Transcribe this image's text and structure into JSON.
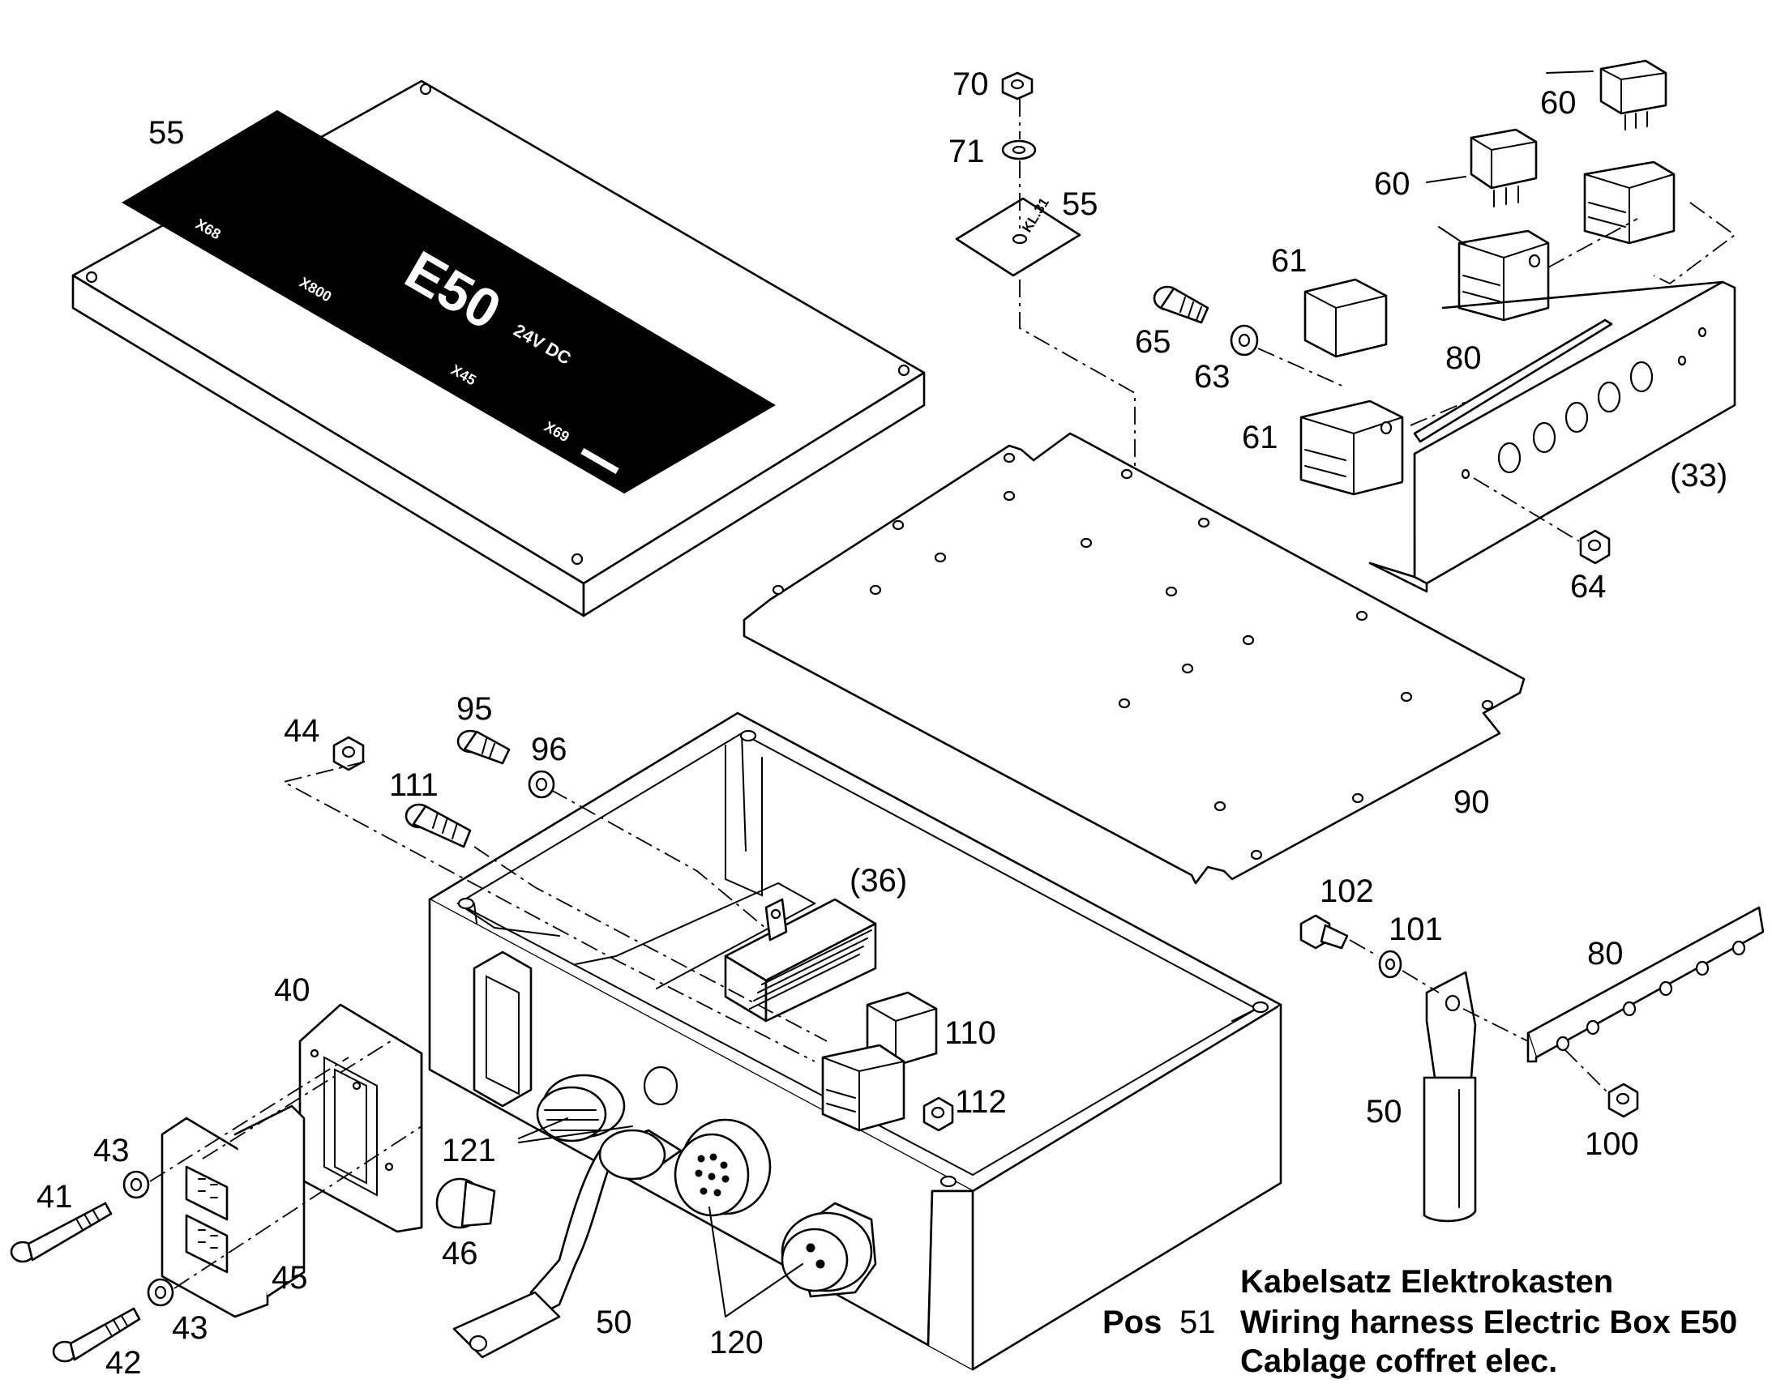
{
  "cover_plate_labels": {
    "brand": "E50",
    "voltage": "24V DC",
    "x68_top": "X68",
    "x800": "X800",
    "x45": "X45",
    "x69": "X69"
  },
  "terminal_label": "KL.31",
  "callouts": {
    "c55_plate": "55",
    "c55_terminal": "55",
    "c70": "70",
    "c71": "71",
    "c60_top": "60",
    "c60_mid": "60",
    "c61_top": "61",
    "c61_low": "61",
    "c65": "65",
    "c63": "63",
    "c80_top": "80",
    "c33": "(33)",
    "c64": "64",
    "c90": "90",
    "c95": "95",
    "c96": "96",
    "c44": "44",
    "c111": "111",
    "c36": "(36)",
    "c102": "102",
    "c101": "101",
    "c80_low": "80",
    "c40": "40",
    "c110": "110",
    "c112": "112",
    "c50_right": "50",
    "c100": "100",
    "c41": "41",
    "c43_top": "43",
    "c121": "121",
    "c45": "45",
    "c46": "46",
    "c43_low": "43",
    "c50_left": "50",
    "c120": "120",
    "c42": "42"
  },
  "caption": {
    "pos_label": "Pos",
    "pos_number": "51",
    "line_de": "Kabelsatz Elektrokasten",
    "line_en": "Wiring harness Electric Box E50",
    "line_fr": "Cablage coffret elec."
  }
}
